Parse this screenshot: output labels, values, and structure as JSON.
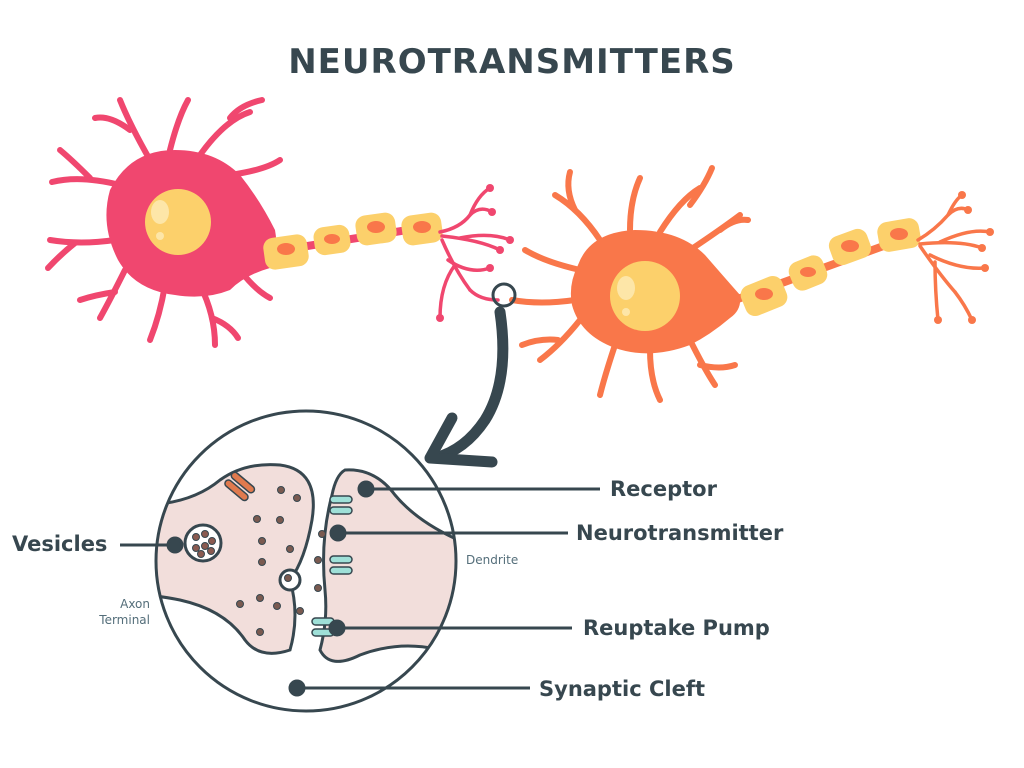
{
  "title": "NEUROTRANSMITTERS",
  "labels": {
    "receptor": "Receptor",
    "neurotransmitter": "Neurotransmitter",
    "reuptake_pump": "Reuptake Pump",
    "synaptic_cleft": "Synaptic Cleft",
    "vesicles": "Vesicles",
    "dendrite": "Dendrite",
    "axon_terminal_line1": "Axon",
    "axon_terminal_line2": "Terminal"
  },
  "colors": {
    "text": "#37474f",
    "neuron_pink": "#f0476f",
    "neuron_orange": "#f9774a",
    "myelin": "#fcd06b",
    "nucleus": "#fcd06b",
    "membrane_fill": "#f2dedb",
    "receptor_teal": "#9fe0d8",
    "ion_channel": "#e07a4e",
    "dot": "#7a5a50"
  }
}
